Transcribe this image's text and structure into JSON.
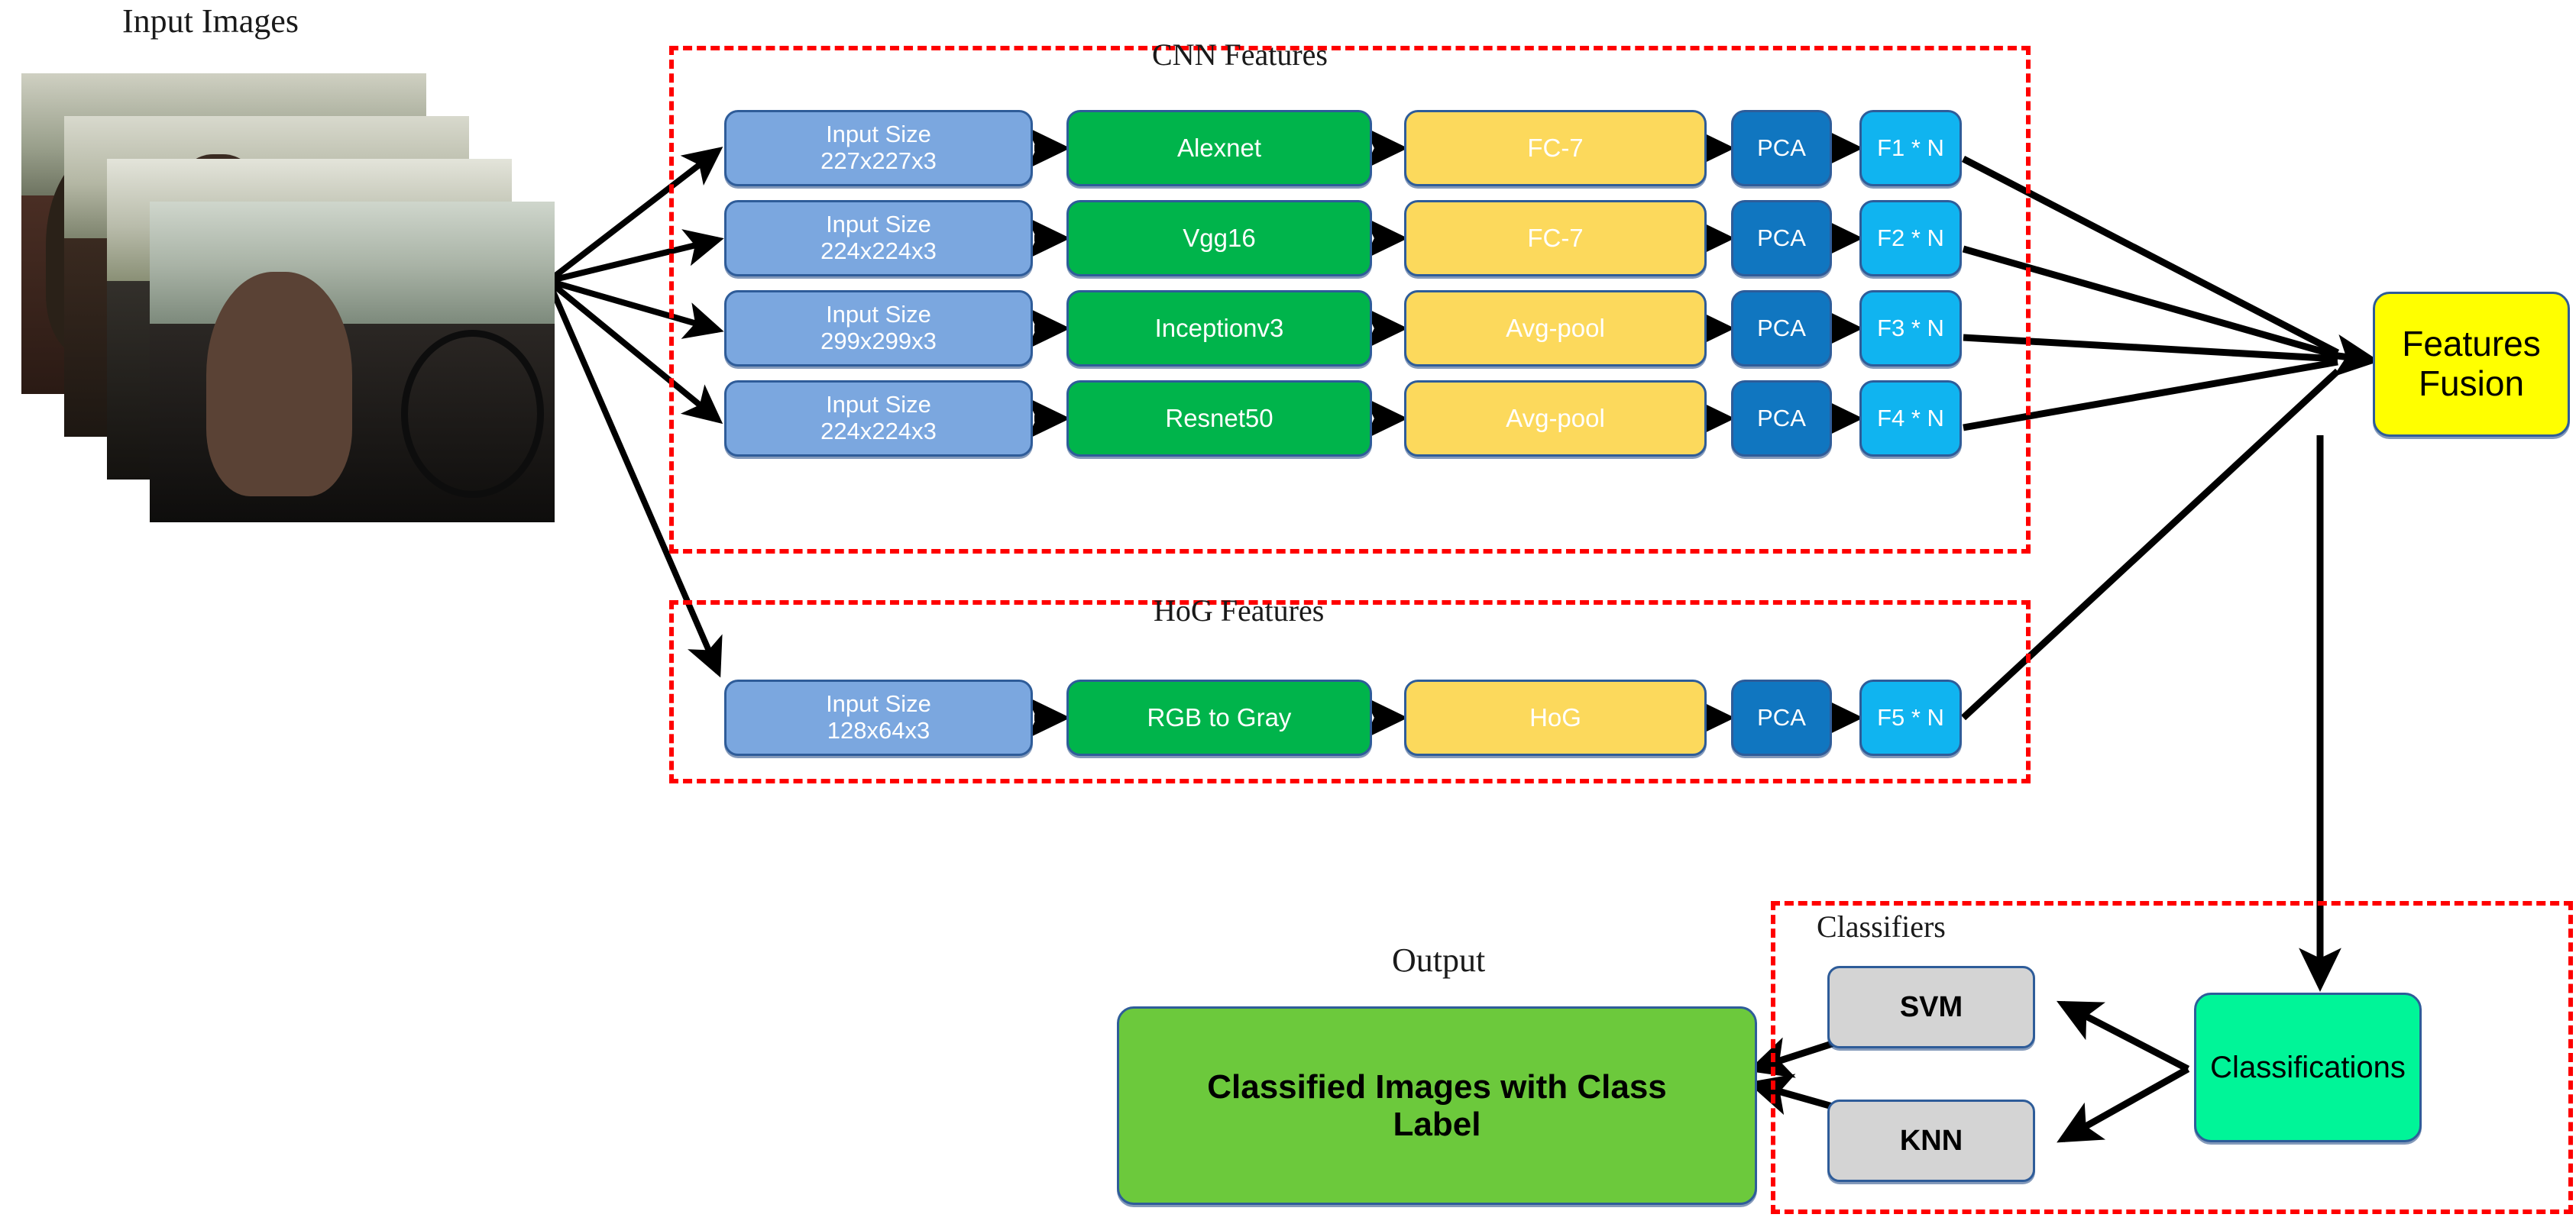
{
  "diagram": {
    "title_input": "Input Images",
    "groups": {
      "cnn": "CNN Features",
      "hog": "HoG Features",
      "classifiers": "Classifiers",
      "output": "Output"
    },
    "cnn_rows": [
      {
        "input_line1": "Input Size",
        "input_line2": "227x227x3",
        "model": "Alexnet",
        "layer": "FC-7",
        "pca": "PCA",
        "feature": "F1 * N"
      },
      {
        "input_line1": "Input Size",
        "input_line2": "224x224x3",
        "model": "Vgg16",
        "layer": "FC-7",
        "pca": "PCA",
        "feature": "F2 * N"
      },
      {
        "input_line1": "Input Size",
        "input_line2": "299x299x3",
        "model": "Inceptionv3",
        "layer": "Avg-pool",
        "pca": "PCA",
        "feature": "F3 * N"
      },
      {
        "input_line1": "Input Size",
        "input_line2": "224x224x3",
        "model": "Resnet50",
        "layer": "Avg-pool",
        "pca": "PCA",
        "feature": "F4 * N"
      }
    ],
    "hog_row": {
      "input_line1": "Input Size",
      "input_line2": "128x64x3",
      "model": "RGB to Gray",
      "layer": "HoG",
      "pca": "PCA",
      "feature": "F5 * N"
    },
    "fusion": {
      "line1": "Features",
      "line2": "Fusion"
    },
    "classifications": "Classifications",
    "classifiers": [
      "SVM",
      "KNN"
    ],
    "output_box": {
      "line1": "Classified Images with Class",
      "line2": "Label"
    },
    "colors": {
      "input_box": "#7BA7DF",
      "model_box": "#00B44B",
      "layer_box": "#FCD95C",
      "pca_box": "#1076C0",
      "feature_box": "#10B4F0",
      "fusion_box": "#FFFF00",
      "classifications_box": "#00F598",
      "classifier_box": "#D4D4D4",
      "output_box": "#6CC93C",
      "group_border": "#FF0000",
      "node_border": "#2E5C99",
      "arrow": "#000000"
    }
  }
}
